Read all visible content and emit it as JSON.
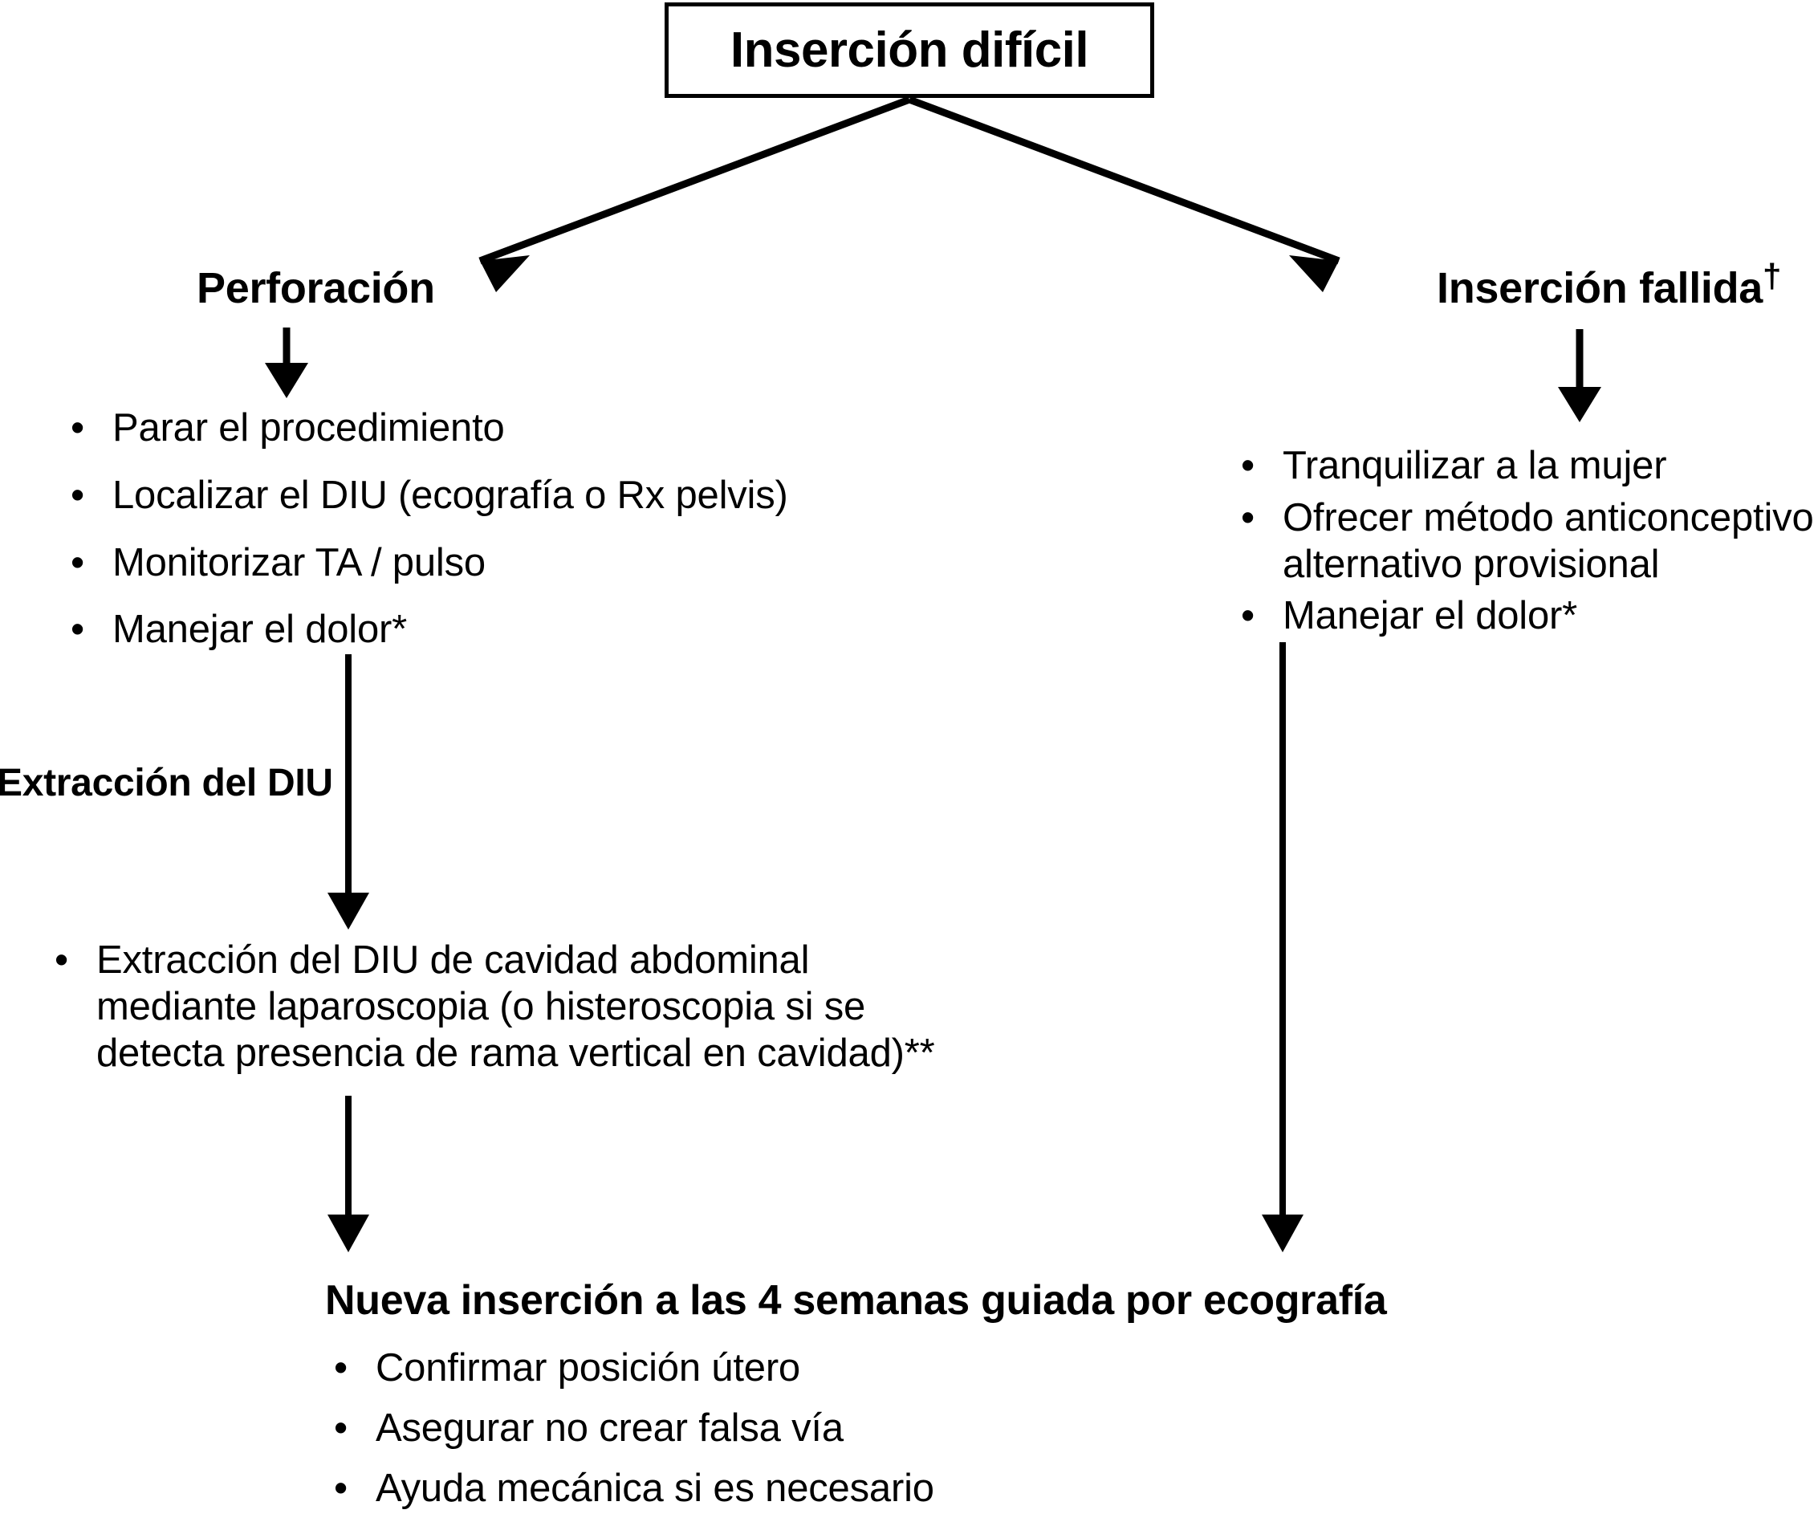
{
  "diagram": {
    "title_box": {
      "label": "Inserción difícil"
    },
    "branches": [
      {
        "heading": "Perforación",
        "items": [
          "Parar el procedimiento",
          "Localizar el DIU (ecografía o Rx pelvis)",
          "Monitorizar TA / pulso",
          "Manejar el dolor*"
        ]
      },
      {
        "heading_text": "Inserción fallida",
        "heading_marker": "†",
        "items": [
          "Tranquilizar a la mujer",
          "Ofrecer método anticonceptivo\nalternativo provisional",
          "Manejar el dolor*"
        ]
      }
    ],
    "section": {
      "heading": "Extracción del DIU",
      "items": [
        "Extracción del DIU de cavidad abdominal\nmediante laparoscopia (o histeroscopia si se\ndetecta presencia de rama vertical en cavidad)**"
      ]
    },
    "outcome": {
      "heading": "Nueva inserción a las 4 semanas guiada por ecografía",
      "items": [
        "Confirmar posición útero",
        "Asegurar no crear falsa vía",
        "Ayuda mecánica si es necesario"
      ]
    },
    "bullet_glyph": "•",
    "colors": {
      "stroke": "#000000",
      "background": "#ffffff"
    }
  }
}
